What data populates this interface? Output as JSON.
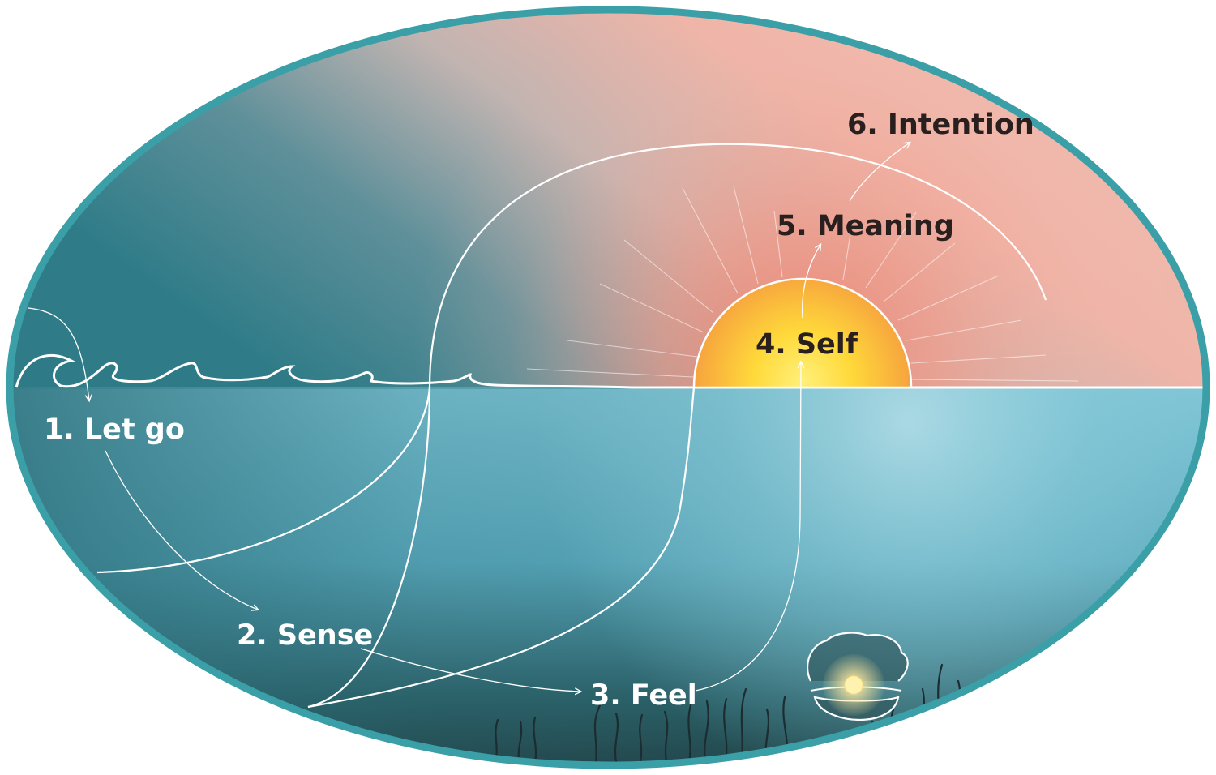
{
  "diagram": {
    "steps": [
      {
        "number": "1.",
        "label": "Let go",
        "text": "1. Let go"
      },
      {
        "number": "2.",
        "label": "Sense",
        "text": "2. Sense"
      },
      {
        "number": "3.",
        "label": "Feel",
        "text": "3. Feel"
      },
      {
        "number": "4.",
        "label": "Self",
        "text": "4. Self"
      },
      {
        "number": "5.",
        "label": "Meaning",
        "text": "5. Meaning"
      },
      {
        "number": "6.",
        "label": "Intention",
        "text": "6. Intention"
      }
    ],
    "icons": [
      "wave-icon",
      "sun-icon",
      "pearl-in-shell-icon",
      "seaweed-icon"
    ],
    "colors": {
      "rim": "#3b9fa8",
      "sky_teal": "#3f8a95",
      "sky_coral": "#f2a596",
      "sun_core": "#ffd93a",
      "sun_edge": "#f7a53c",
      "water_light": "#a6dae6",
      "water_deep": "#1f4a50",
      "line": "#ffffff",
      "dark_text": "#2a1f1f",
      "light_text": "#ffffff"
    }
  }
}
